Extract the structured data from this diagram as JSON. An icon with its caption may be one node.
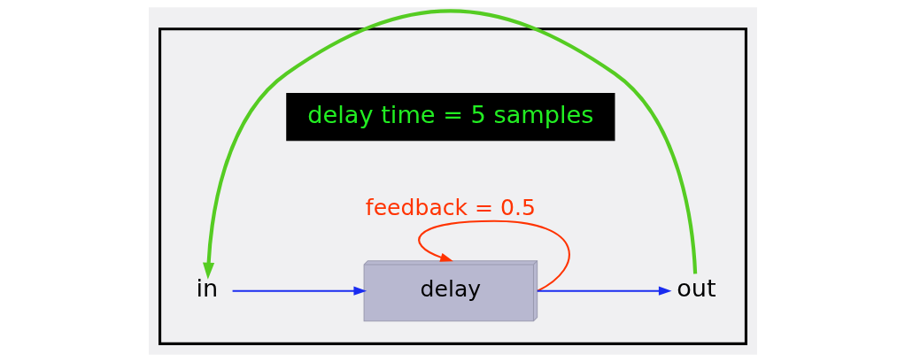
{
  "diagram": {
    "nodes": [
      {
        "text": [],
        "shape": "box"
      },
      {
        "text": [
          "in"
        ],
        "in": 0
      },
      {
        "text": [
          "delay"
        ],
        "in": 0
      },
      {
        "text": [
          "out"
        ],
        "in": 0
      },
      {
        "text": [
          "delay time = 5 samples"
        ],
        "in": 0
      }
    ],
    "edges": [
      {
        "from": 1,
        "to": 2,
        "arrow": "to",
        "color": "#1a2cf0"
      },
      {
        "from": 2,
        "to": 3,
        "arrow": "to",
        "color": "#1a2cf0"
      },
      {
        "from": 2,
        "to": 2,
        "arrow": "to",
        "label": "feedback = 0.5",
        "color": "#ff3300"
      },
      {
        "from": 3,
        "to": 1,
        "arrow": "to",
        "color": "#55cc22",
        "style": "thick"
      }
    ]
  }
}
